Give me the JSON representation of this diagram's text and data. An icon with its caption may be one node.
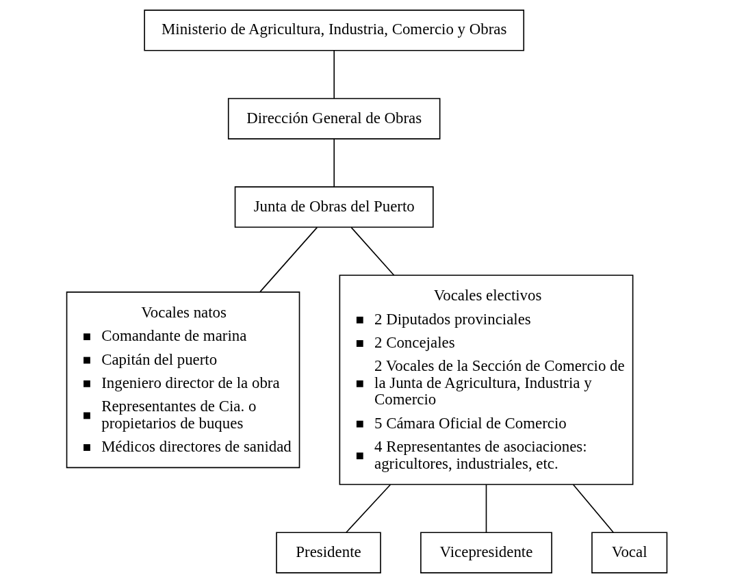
{
  "diagram": {
    "nodes": [
      {
        "text": [
          "Ministerio de Agricultura, Industria, Comercio y Obras"
        ]
      },
      {
        "text": [
          "Dirección General de Obras"
        ]
      },
      {
        "text": [
          "Junta de Obras del Puerto"
        ]
      },
      {
        "text": [
          "Vocales natos",
          "Comandante de marina",
          "Capitán del puerto",
          "Ingeniero director de la obra",
          "Representantes de Cia. o propietarios de buques",
          "Médicos directores de sanidad"
        ]
      },
      {
        "text": [
          "Vocales electivos",
          "2 Diputados provinciales",
          "2 Concejales",
          "2 Vocales de la Sección de Comercio de la Junta de Agricultura, Industria y Comercio",
          "5 Cámara Oficial de Comercio",
          "4 Representantes de asociaciones: agricultores, industriales, etc."
        ]
      },
      {
        "text": [
          "Presidente"
        ]
      },
      {
        "text": [
          "Vicepresidente"
        ]
      },
      {
        "text": [
          "Vocal"
        ]
      }
    ],
    "edges": [
      {
        "from": 0,
        "to": 1,
        "arrow": "none"
      },
      {
        "from": 1,
        "to": 2,
        "arrow": "none"
      },
      {
        "from": 2,
        "to": 3,
        "arrow": "none"
      },
      {
        "from": 2,
        "to": 4,
        "arrow": "none"
      },
      {
        "from": 4,
        "to": 5,
        "arrow": "none"
      },
      {
        "from": 4,
        "to": 6,
        "arrow": "none"
      },
      {
        "from": 4,
        "to": 7,
        "arrow": "none"
      }
    ]
  }
}
